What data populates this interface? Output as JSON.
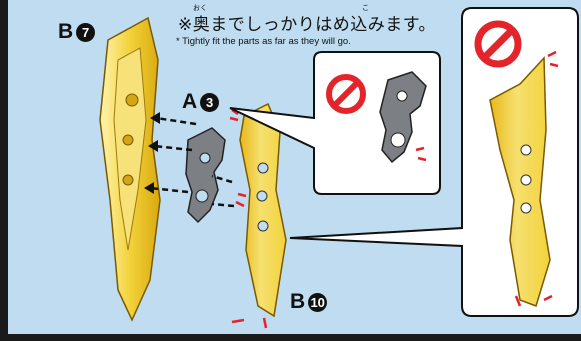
{
  "instruction": {
    "note_jp": "※奥までしっかりはめ込みます。",
    "furigana_oku": "おく",
    "furigana_ko": "こ",
    "note_en": "* Tightly fit the parts as far as they will go."
  },
  "labels": {
    "b7": {
      "letter": "B",
      "number": "7"
    },
    "a3": {
      "letter": "A",
      "number": "3"
    },
    "b10": {
      "letter": "B",
      "number": "10"
    }
  },
  "colors": {
    "background": "#bfdcf1",
    "part_yellow": "#f2d23a",
    "part_gray": "#7c7f84",
    "prohibit_red": "#e3242b",
    "arrow_black": "#111111"
  },
  "icons": {
    "prohibited": "prohibited-icon",
    "arrow": "insert-arrow-icon"
  }
}
